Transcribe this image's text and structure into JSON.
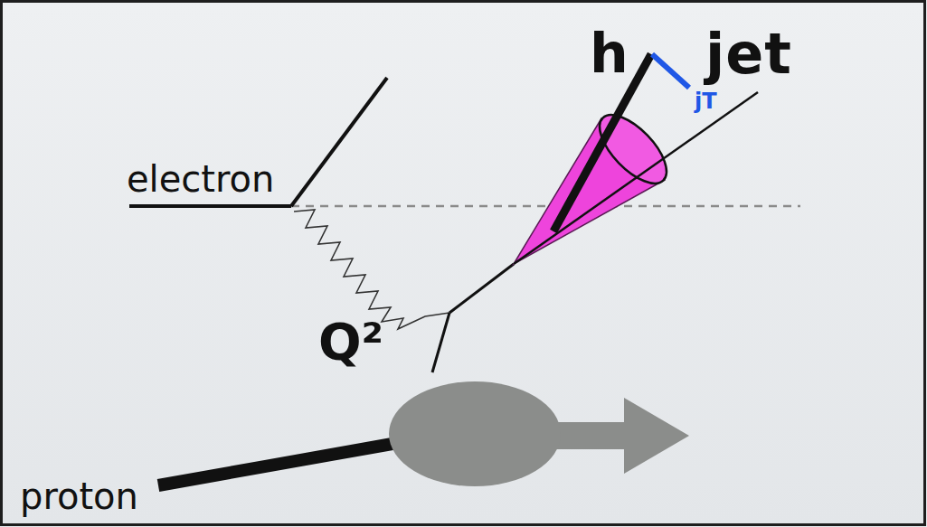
{
  "diagram": {
    "labels": [
      "h",
      "jet",
      "jT",
      "electron",
      "Q²",
      "proton"
    ]
  }
}
